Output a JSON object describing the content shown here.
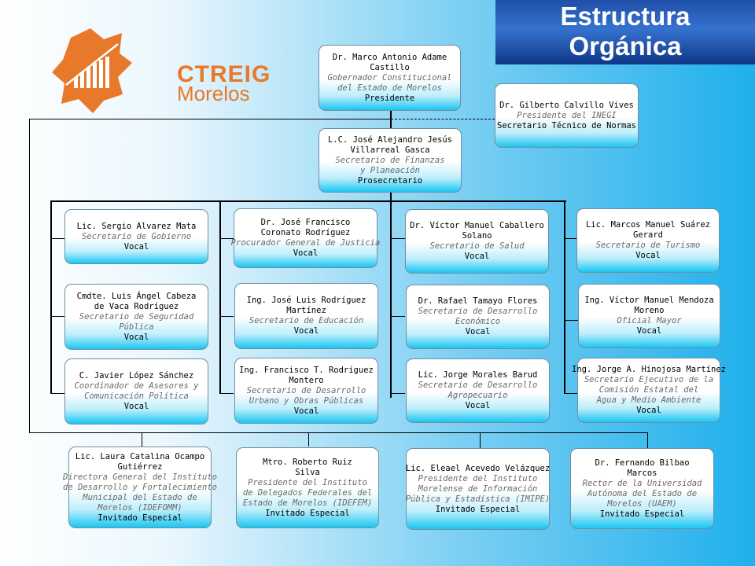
{
  "banner": {
    "line1": "Estructura",
    "line2": "Orgánica"
  },
  "logo": {
    "text1": "CTREIG",
    "text2": "Morelos"
  },
  "colors": {
    "logo_orange": "#e8782a",
    "banner_blue": "#1f4fa8",
    "box_cyan": "#1bc6f2"
  },
  "boxes": {
    "presidente": {
      "name": [
        "Dr. Marco Antonio Adame",
        "Castillo"
      ],
      "role": [
        "Gobernador Constitucional",
        "del Estado de Morelos"
      ],
      "position": "Presidente"
    },
    "secretario_tecnico": {
      "name": [
        "Dr. Gilberto Calvillo Vives"
      ],
      "role": [
        "Presidente del INEGI"
      ],
      "position": "Secretario Técnico de Normas"
    },
    "prosecretario": {
      "name": [
        "L.C. José Alejandro Jesús",
        "Villarreal Gasca"
      ],
      "role": [
        "Secretario de Finanzas",
        "y Planeación"
      ],
      "position": "Prosecretario"
    },
    "gobierno": {
      "name": [
        "Lic. Sergio Alvarez Mata"
      ],
      "role": [
        "Secretario de Gobierno"
      ],
      "position": "Vocal"
    },
    "seguridad": {
      "name": [
        "Cmdte. Luis Ángel Cabeza",
        "de Vaca Rodríguez"
      ],
      "role": [
        "Secretario de Seguridad",
        "Pública"
      ],
      "position": "Vocal"
    },
    "asesores": {
      "name": [
        "C. Javier López Sánchez"
      ],
      "role": [
        "Coordinador de Asesores y",
        "Comunicación Política"
      ],
      "position": "Vocal"
    },
    "justicia": {
      "name": [
        "Dr. José Francisco",
        "Coronato Rodríguez"
      ],
      "role": [
        "Procurador General de Justicia"
      ],
      "position": "Vocal"
    },
    "educacion": {
      "name": [
        "Ing. José Luis Rodríguez",
        "Martínez"
      ],
      "role": [
        "Secretario de Educación"
      ],
      "position": "Vocal"
    },
    "urbano": {
      "name": [
        "Ing. Francisco T. Rodríguez",
        "Montero"
      ],
      "role": [
        "Secretario de Desarrollo",
        "Urbano y Obras Públicas"
      ],
      "position": "Vocal"
    },
    "salud": {
      "name": [
        "Dr. Víctor Manuel Caballero",
        "Solano"
      ],
      "role": [
        "Secretario de Salud"
      ],
      "position": "Vocal"
    },
    "economico": {
      "name": [
        "Dr. Rafael Tamayo Flores"
      ],
      "role": [
        "Secretario de Desarrollo",
        "Económico"
      ],
      "position": "Vocal"
    },
    "agropecuario": {
      "name": [
        "Lic. Jorge Morales Barud"
      ],
      "role": [
        "Secretario de Desarrollo",
        "Agropecuario"
      ],
      "position": "Vocal"
    },
    "turismo": {
      "name": [
        "Lic. Marcos Manuel Suárez",
        "Gerard"
      ],
      "role": [
        "Secretario de Turismo"
      ],
      "position": "Vocal"
    },
    "oficial_mayor": {
      "name": [
        "Ing. Víctor Manuel Mendoza",
        "Moreno"
      ],
      "role": [
        "Oficial Mayor"
      ],
      "position": "Vocal"
    },
    "agua": {
      "name": [
        "Ing. Jorge A. Hinojosa Martínez"
      ],
      "role": [
        "Secretario Ejecutivo de la",
        "Comisión Estatal del",
        "Agua y Medio Ambiente"
      ],
      "position": "Vocal"
    },
    "idefomm": {
      "name": [
        "Lic. Laura Catalina Ocampo",
        "Gutiérrez"
      ],
      "role": [
        "Directora General del Instituto",
        "de Desarrollo y Fortalecimiento",
        "Municipal del Estado de",
        "Morelos (IDEFOMM)"
      ],
      "position": "Invitado Especial"
    },
    "idefem": {
      "name": [
        "Mtro. Roberto Ruiz",
        "Silva"
      ],
      "role": [
        "Presidente del Instituto",
        "de Delegados Federales del",
        "Estado de Morelos (IDEFEM)"
      ],
      "position": "Invitado Especial"
    },
    "imipe": {
      "name": [
        "Lic. Eleael Acevedo Velázquez"
      ],
      "role": [
        "Presidente del Instituto",
        "Morelense de Información",
        "Pública y Estadística (IMIPE)"
      ],
      "position": "Invitado Especial"
    },
    "uaem": {
      "name": [
        "Dr. Fernando Bilbao",
        "Marcos"
      ],
      "role": [
        "Rector de la Universidad",
        "Autónoma del Estado de",
        "Morelos (UAEM)"
      ],
      "position": "Invitado Especial"
    }
  }
}
